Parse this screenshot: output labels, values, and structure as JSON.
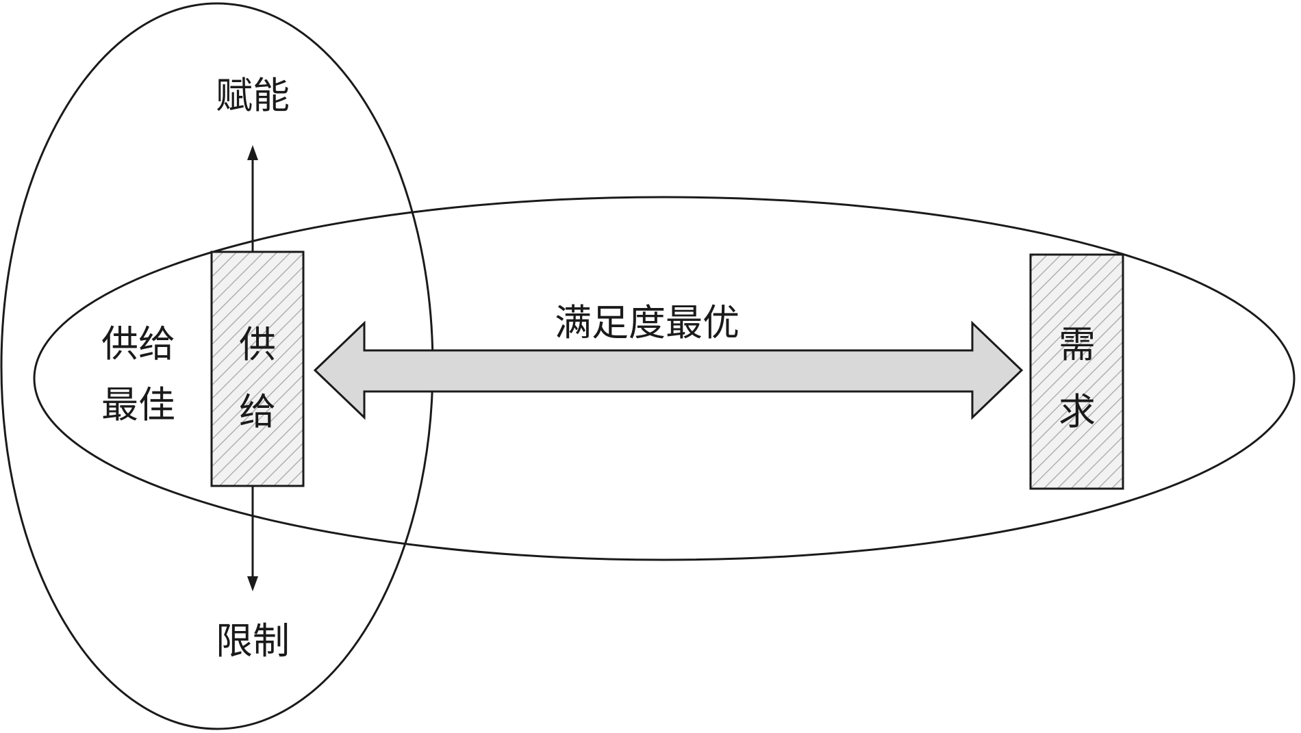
{
  "diagram": {
    "labels": {
      "enable": "赋能",
      "limit": "限制",
      "supply_best_line1": "供给",
      "supply_best_line2": "最佳",
      "supply_box_char1": "供",
      "supply_box_char2": "给",
      "satisfaction_optimal": "满足度最优",
      "demand_box_char1": "需",
      "demand_box_char2": "求"
    },
    "colors": {
      "stroke": "#1a1a1a",
      "hatch_bg": "#f2f2f2",
      "hatch_line": "#b0b0b0",
      "arrow_fill": "#d9d9d9"
    }
  }
}
